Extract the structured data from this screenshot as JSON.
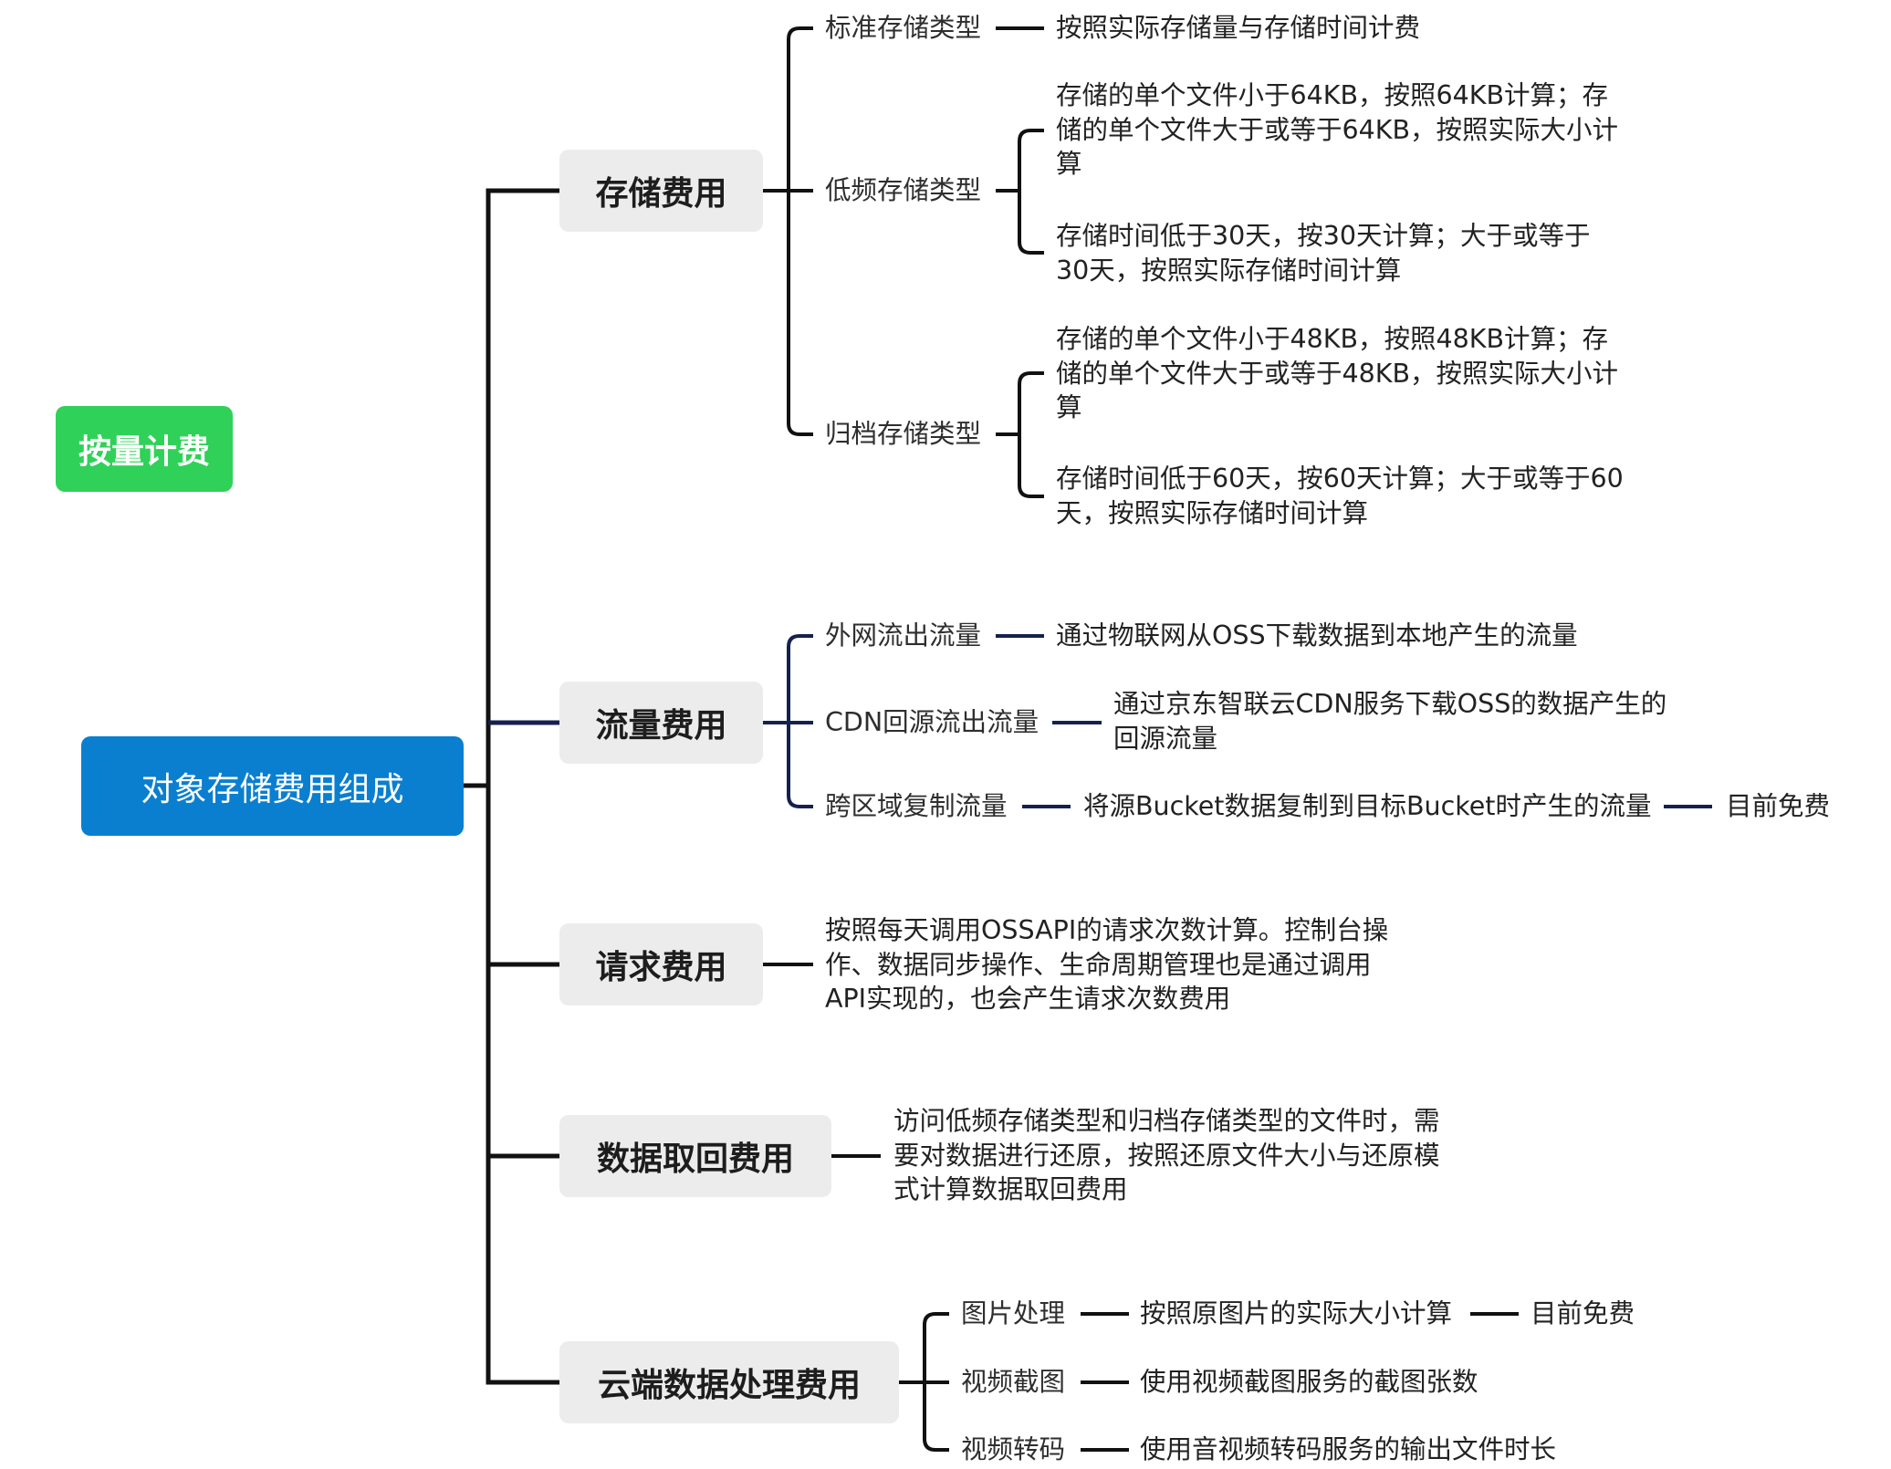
{
  "colors": {
    "legend_green": "#30d158",
    "root_blue": "#0a7fd0",
    "node_gray": "#ececec",
    "line_black": "#111111",
    "line_navy": "#14214f",
    "text": "#222222"
  },
  "legend": {
    "label": "按量计费"
  },
  "root": {
    "label": "对象存储费用组成"
  },
  "storage": {
    "label": "存储费用",
    "standard": {
      "label": "标准存储类型",
      "detail": "按照实际存储量与存储时间计费"
    },
    "infrequent": {
      "label": "低频存储类型",
      "size_rule": [
        "存储的单个文件小于64KB，按照64KB计算；存",
        "储的单个文件大于或等于64KB，按照实际大小计",
        "算"
      ],
      "time_rule": [
        "存储时间低于30天，按30天计算；大于或等于",
        "30天，按照实际存储时间计算"
      ]
    },
    "archive": {
      "label": "归档存储类型",
      "size_rule": [
        "存储的单个文件小于48KB，按照48KB计算；存",
        "储的单个文件大于或等于48KB，按照实际大小计",
        "算"
      ],
      "time_rule": [
        "存储时间低于60天，按60天计算；大于或等于60",
        "天，按照实际存储时间计算"
      ]
    }
  },
  "traffic": {
    "label": "流量费用",
    "internet_out": {
      "label": "外网流出流量",
      "detail": "通过物联网从OSS下载数据到本地产生的流量"
    },
    "cdn_origin": {
      "label": "CDN回源流出流量",
      "detail": [
        "通过京东智联云CDN服务下载OSS的数据产生的",
        "回源流量"
      ]
    },
    "cross_region": {
      "label": "跨区域复制流量",
      "detail": "将源Bucket数据复制到目标Bucket时产生的流量",
      "note": "目前免费"
    }
  },
  "request": {
    "label": "请求费用",
    "detail": [
      "按照每天调用OSSAPI的请求次数计算。控制台操",
      "作、数据同步操作、生命周期管理也是通过调用",
      "API实现的，也会产生请求次数费用"
    ]
  },
  "retrieval": {
    "label": "数据取回费用",
    "detail": [
      "访问低频存储类型和归档存储类型的文件时，需",
      "要对数据进行还原，按照还原文件大小与还原模",
      "式计算数据取回费用"
    ]
  },
  "processing": {
    "label": "云端数据处理费用",
    "image": {
      "label": "图片处理",
      "detail": "按照原图片的实际大小计算",
      "note": "目前免费"
    },
    "snapshot": {
      "label": "视频截图",
      "detail": "使用视频截图服务的截图张数"
    },
    "transcode": {
      "label": "视频转码",
      "detail": "使用音视频转码服务的输出文件时长"
    }
  }
}
